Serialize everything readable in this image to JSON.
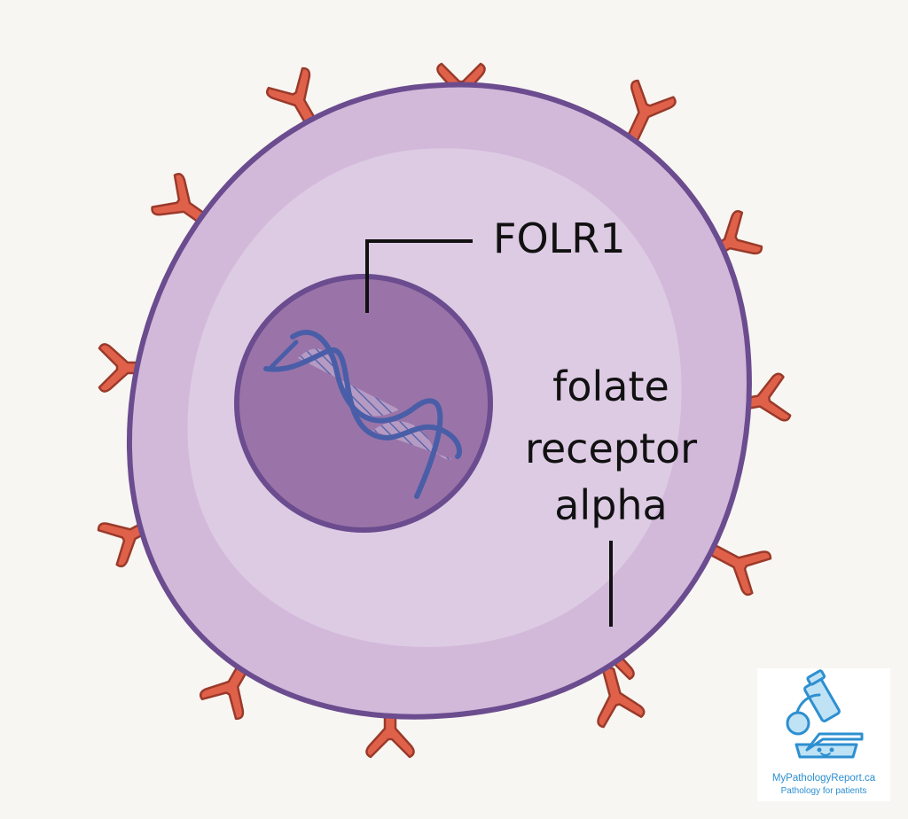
{
  "labels": {
    "gene": "FOLR1",
    "receptor_line1": "folate",
    "receptor_line2": "receptor",
    "receptor_line3": "alpha"
  },
  "logo": {
    "name": "MyPathologyReport.ca",
    "tagline": "Pathology for patients"
  },
  "colors": {
    "background": "#f8f6f2",
    "cell_fill": "#d2b9da",
    "cell_inner": "#e0cfe6",
    "cell_border": "#6b4c8f",
    "nucleus_fill": "#9a74a8",
    "nucleus_border": "#6b4c8f",
    "dna": "#4a5ea8",
    "receptor_fill": "#e0614a",
    "receptor_outline": "#9a3a2a",
    "logo_blue": "#2d8fd0"
  },
  "icons": {
    "receptor": "y-shaped-receptor-icon",
    "dna": "dna-helix-icon",
    "logo": "microscope-icon"
  }
}
